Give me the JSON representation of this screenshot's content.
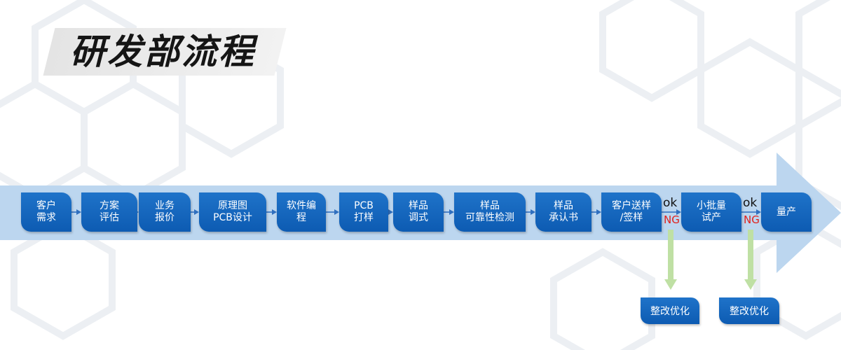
{
  "title": "研发部流程",
  "colors": {
    "arrow": "#bcd6ef",
    "box": "#1667c2",
    "connector": "#2f6fbf",
    "feedback": "#bfe0a4",
    "ng": "#e0201c"
  },
  "steps": [
    {
      "line1": "客户",
      "line2": "需求"
    },
    {
      "line1": "方案",
      "line2": "评估"
    },
    {
      "line1": "业务",
      "line2": "报价"
    },
    {
      "line1": "原理图",
      "line2": "PCB设计"
    },
    {
      "line1": "软件编",
      "line2": "程"
    },
    {
      "line1": "PCB",
      "line2": "打样"
    },
    {
      "line1": "样品",
      "line2": "调式"
    },
    {
      "line1": "样品",
      "line2": "可靠性检测"
    },
    {
      "line1": "样品",
      "line2": "承认书"
    },
    {
      "line1": "客户送样",
      "line2": "/签样"
    },
    {
      "line1": "小批量",
      "line2": "试产"
    },
    {
      "line1": "量产",
      "line2": ""
    }
  ],
  "decisions": [
    {
      "ok": "ok",
      "ng": "NG"
    },
    {
      "ok": "ok",
      "ng": "NG"
    }
  ],
  "fixes": [
    "整改优化",
    "整改优化"
  ]
}
